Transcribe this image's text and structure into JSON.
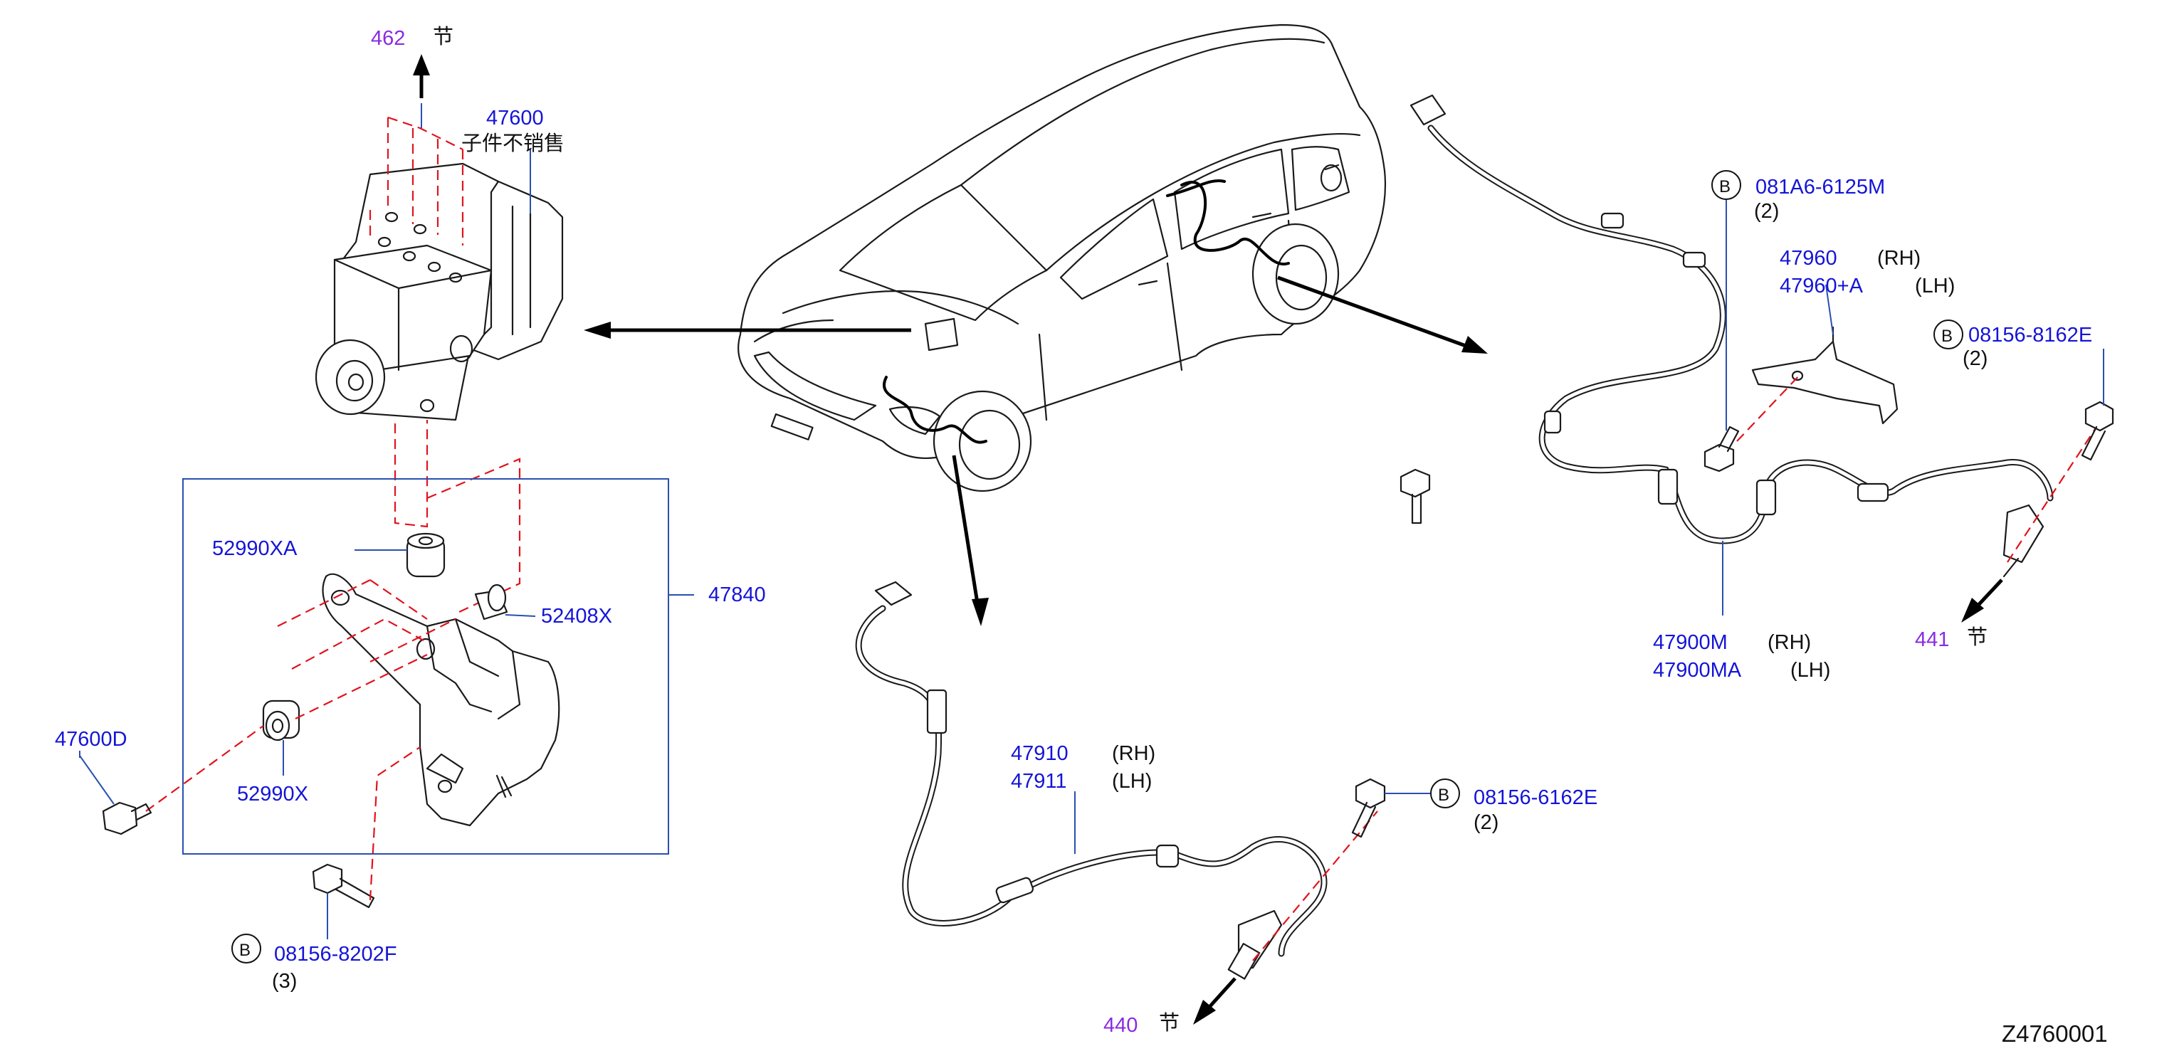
{
  "labels": {
    "ref_462": "462",
    "ref_462_suffix": "节",
    "p47600": "47600",
    "p47600_note": "子件不销售",
    "p52990XA": "52990XA",
    "p52408X": "52408X",
    "p47840": "47840",
    "p47600D": "47600D",
    "p52990X": "52990X",
    "b_badge": "B",
    "p08156_8202F": "08156-8202F",
    "q_3": "(3)",
    "p47910": "47910",
    "rh_47910": "(RH)",
    "p47911": "47911",
    "lh_47911": "(LH)",
    "p08156_6162E": "08156-6162E",
    "q_2a": "(2)",
    "ref_440": "440",
    "ref_440_suffix": "节",
    "p081A6_6125M": "081A6-6125M",
    "q_2b": "(2)",
    "p47960": "47960",
    "rh_47960": "(RH)",
    "p47960A": "47960+A",
    "lh_47960A": "(LH)",
    "p08156_8162E": "08156-8162E",
    "q_2c": "(2)",
    "p47900M": "47900M",
    "rh_47900M": "(RH)",
    "p47900MA": "47900MA",
    "lh_47900MA": "(LH)",
    "ref_441": "441",
    "ref_441_suffix": "节",
    "diagram_id": "Z4760001"
  },
  "colors": {
    "part_number": "#1414d8",
    "section_ref": "#8a2be2",
    "dashed_guide": "#e0141e",
    "leader": "#2a4fb0"
  }
}
